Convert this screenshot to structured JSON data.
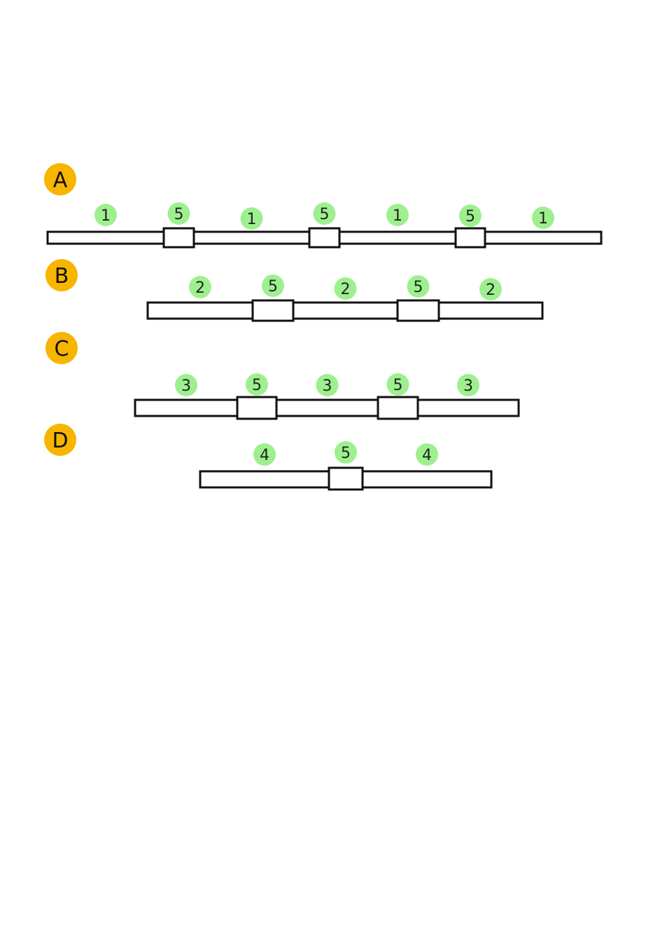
{
  "colors": {
    "letter_badge": "#F7B500",
    "number_badge": "#9EF08F",
    "outline": "#111111",
    "fill": "#ffffff"
  },
  "rows": [
    {
      "id": "a",
      "letter": "A",
      "segments": [
        {
          "kind": "rod",
          "label": "1"
        },
        {
          "kind": "joint",
          "label": "5"
        },
        {
          "kind": "rod",
          "label": "1"
        },
        {
          "kind": "joint",
          "label": "5"
        },
        {
          "kind": "rod",
          "label": "1"
        },
        {
          "kind": "joint",
          "label": "5"
        },
        {
          "kind": "rod",
          "label": "1"
        }
      ]
    },
    {
      "id": "b",
      "letter": "B",
      "segments": [
        {
          "kind": "rod",
          "label": "2"
        },
        {
          "kind": "joint",
          "label": "5"
        },
        {
          "kind": "rod",
          "label": "2"
        },
        {
          "kind": "joint",
          "label": "5"
        },
        {
          "kind": "rod",
          "label": "2"
        }
      ]
    },
    {
      "id": "c",
      "letter": "C",
      "segments": [
        {
          "kind": "rod",
          "label": "3"
        },
        {
          "kind": "joint",
          "label": "5"
        },
        {
          "kind": "rod",
          "label": "3"
        },
        {
          "kind": "joint",
          "label": "5"
        },
        {
          "kind": "rod",
          "label": "3"
        }
      ]
    },
    {
      "id": "d",
      "letter": "D",
      "segments": [
        {
          "kind": "rod",
          "label": "4"
        },
        {
          "kind": "joint",
          "label": "5"
        },
        {
          "kind": "rod",
          "label": "4"
        }
      ]
    }
  ]
}
